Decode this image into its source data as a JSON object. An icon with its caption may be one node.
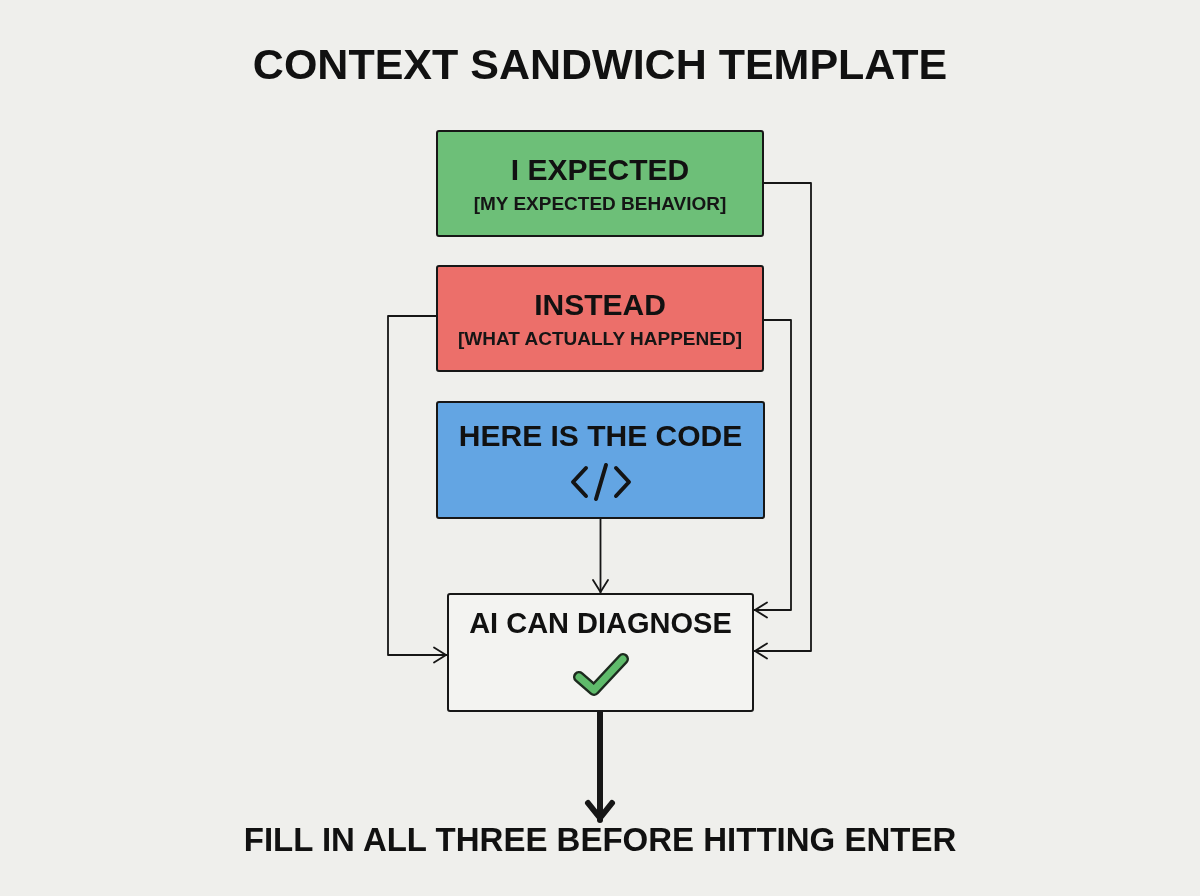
{
  "diagram": {
    "title": "CONTEXT SANDWICH TEMPLATE",
    "nodes": [
      {
        "text": [
          "I EXPECTED",
          "[MY EXPECTED BEHAVIOR]"
        ]
      },
      {
        "text": [
          "INSTEAD",
          "[WHAT ACTUALLY HAPPENED]"
        ]
      },
      {
        "text": [
          "HERE IS THE CODE"
        ]
      },
      {
        "text": [
          "AI CAN DIAGNOSE"
        ]
      },
      {
        "text": [
          "FILL IN ALL THREE BEFORE HITTING ENTER"
        ]
      }
    ],
    "edges": [
      {
        "from": 0,
        "to": 3,
        "arrow": "to"
      },
      {
        "from": 1,
        "to": 3,
        "arrow": "to"
      },
      {
        "from": 1,
        "to": 3,
        "arrow": "to"
      },
      {
        "from": 2,
        "to": 3,
        "arrow": "to"
      },
      {
        "from": 3,
        "to": 4,
        "arrow": "to",
        "style": "thick"
      }
    ]
  }
}
